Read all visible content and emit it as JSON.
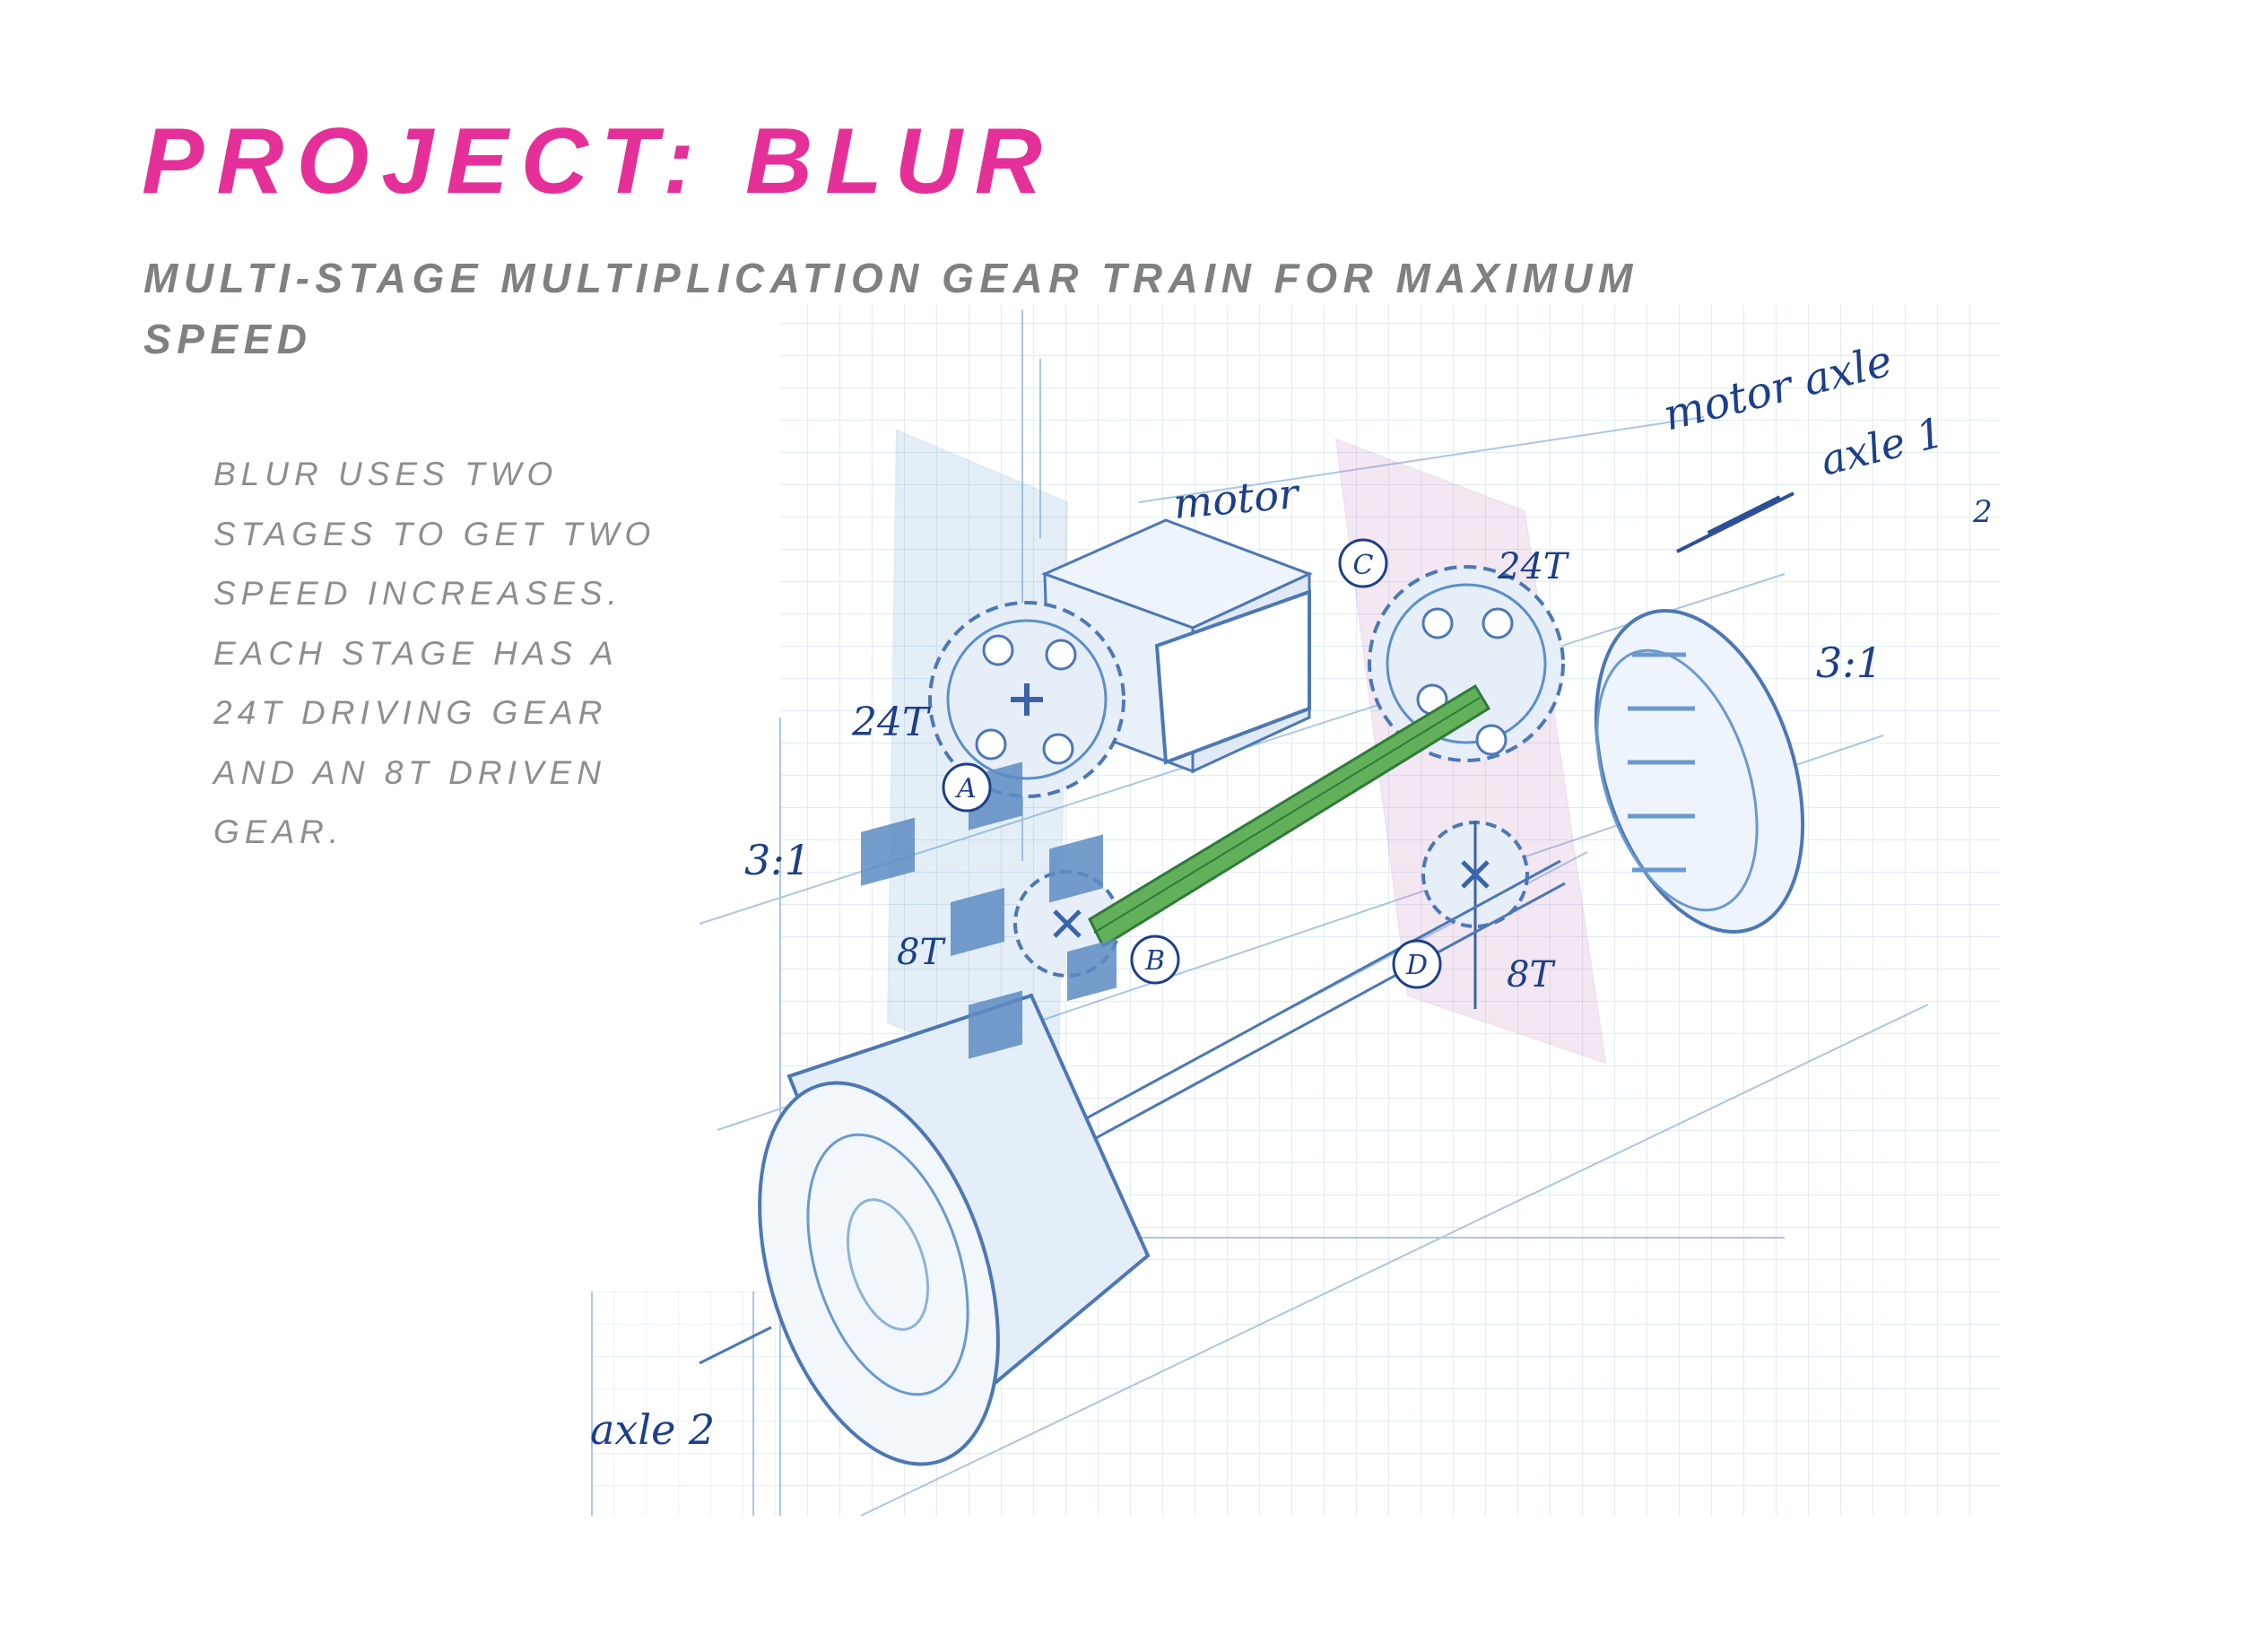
{
  "header": {
    "title": "PROJECT: BLUR",
    "subtitle": "MULTI-STAGE MULTIPLICATION GEAR TRAIN FOR MAXIMUM SPEED"
  },
  "description": {
    "lines": [
      "BLUR USES TWO",
      "STAGES TO GET TWO",
      "SPEED INCREASES.",
      "EACH STAGE HAS A",
      "24T DRIVING GEAR",
      "AND AN 8T DRIVEN",
      "GEAR."
    ]
  },
  "sketch_labels": {
    "motor_axle": "motor axle",
    "axle1": "axle 1",
    "two": "2",
    "motor": "motor",
    "gear_c_letter": "C",
    "gear_c_teeth": "24T",
    "gear_a_teeth": "24T",
    "gear_a_letter": "A",
    "ratio_left": "3:1",
    "ratio_right": "3:1",
    "gear_b_teeth": "8T",
    "gear_b_letter": "B",
    "gear_d_letter": "D",
    "gear_d_teeth": "8T",
    "axle2": "axle 2"
  },
  "colors": {
    "title": "#e5309a",
    "subtitle": "#7f8082",
    "description": "#8c8e91",
    "ink": "#1d3f8a",
    "pencil_blue": "#5b8fc9",
    "pencil_green": "#4f9a4a",
    "grid": "#c9dcea"
  }
}
